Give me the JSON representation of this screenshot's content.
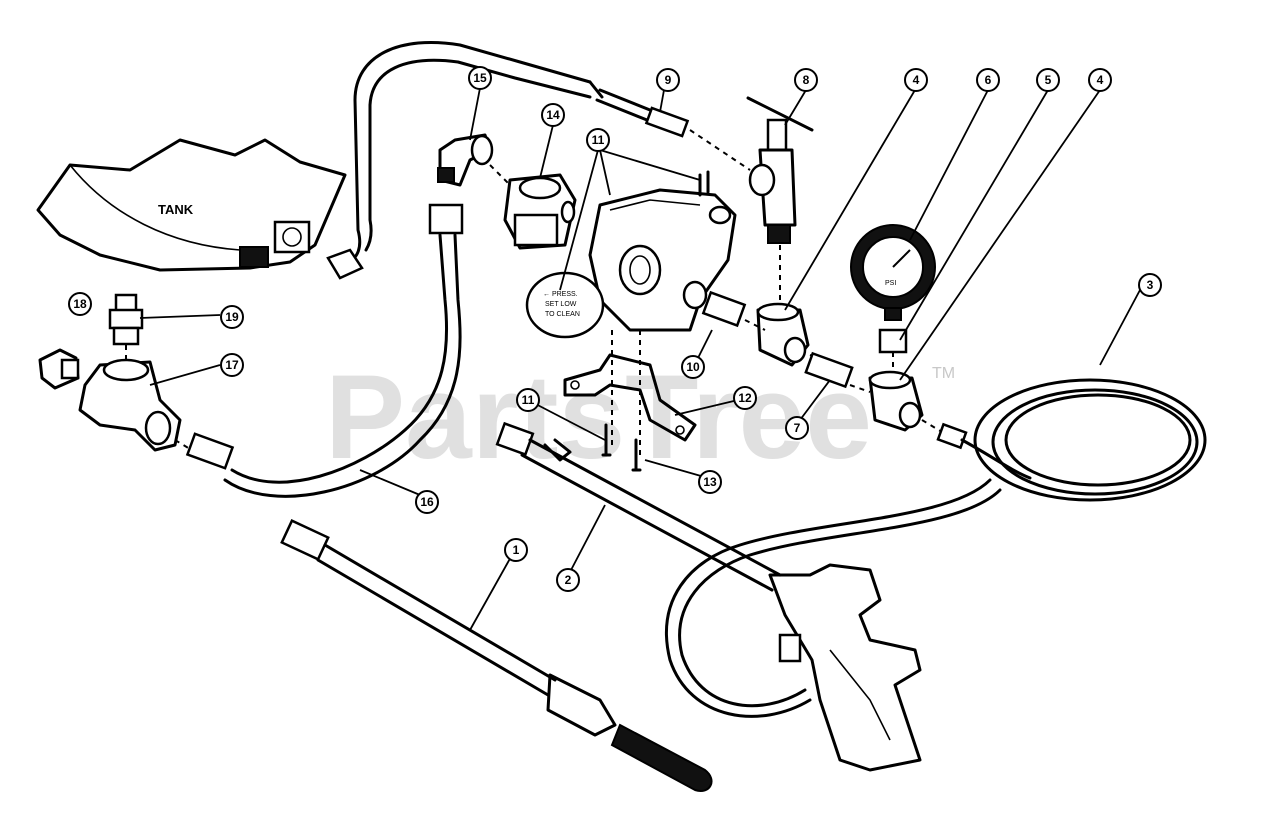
{
  "watermark": {
    "text": "PartsTree",
    "trademark": "TM"
  },
  "labels": {
    "tank": "TANK"
  },
  "valve_label": {
    "line1": "← PRESS.",
    "line2": "SET LOW",
    "line3": "TO CLEAN"
  },
  "gauge_label": {
    "text": "PSI"
  },
  "callouts": [
    {
      "id": "c15",
      "text": "15"
    },
    {
      "id": "c9",
      "text": "9"
    },
    {
      "id": "c8",
      "text": "8"
    },
    {
      "id": "c4a",
      "text": "4"
    },
    {
      "id": "c6",
      "text": "6"
    },
    {
      "id": "c5",
      "text": "5"
    },
    {
      "id": "c4b",
      "text": "4"
    },
    {
      "id": "c14",
      "text": "14"
    },
    {
      "id": "c11a",
      "text": "11"
    },
    {
      "id": "c3",
      "text": "3"
    },
    {
      "id": "c18",
      "text": "18"
    },
    {
      "id": "c19",
      "text": "19"
    },
    {
      "id": "c17",
      "text": "17"
    },
    {
      "id": "c10",
      "text": "10"
    },
    {
      "id": "c11b",
      "text": "11"
    },
    {
      "id": "c12",
      "text": "12"
    },
    {
      "id": "c7",
      "text": "7"
    },
    {
      "id": "c13",
      "text": "13"
    },
    {
      "id": "c16",
      "text": "16"
    },
    {
      "id": "c1",
      "text": "1"
    },
    {
      "id": "c2",
      "text": "2"
    }
  ]
}
